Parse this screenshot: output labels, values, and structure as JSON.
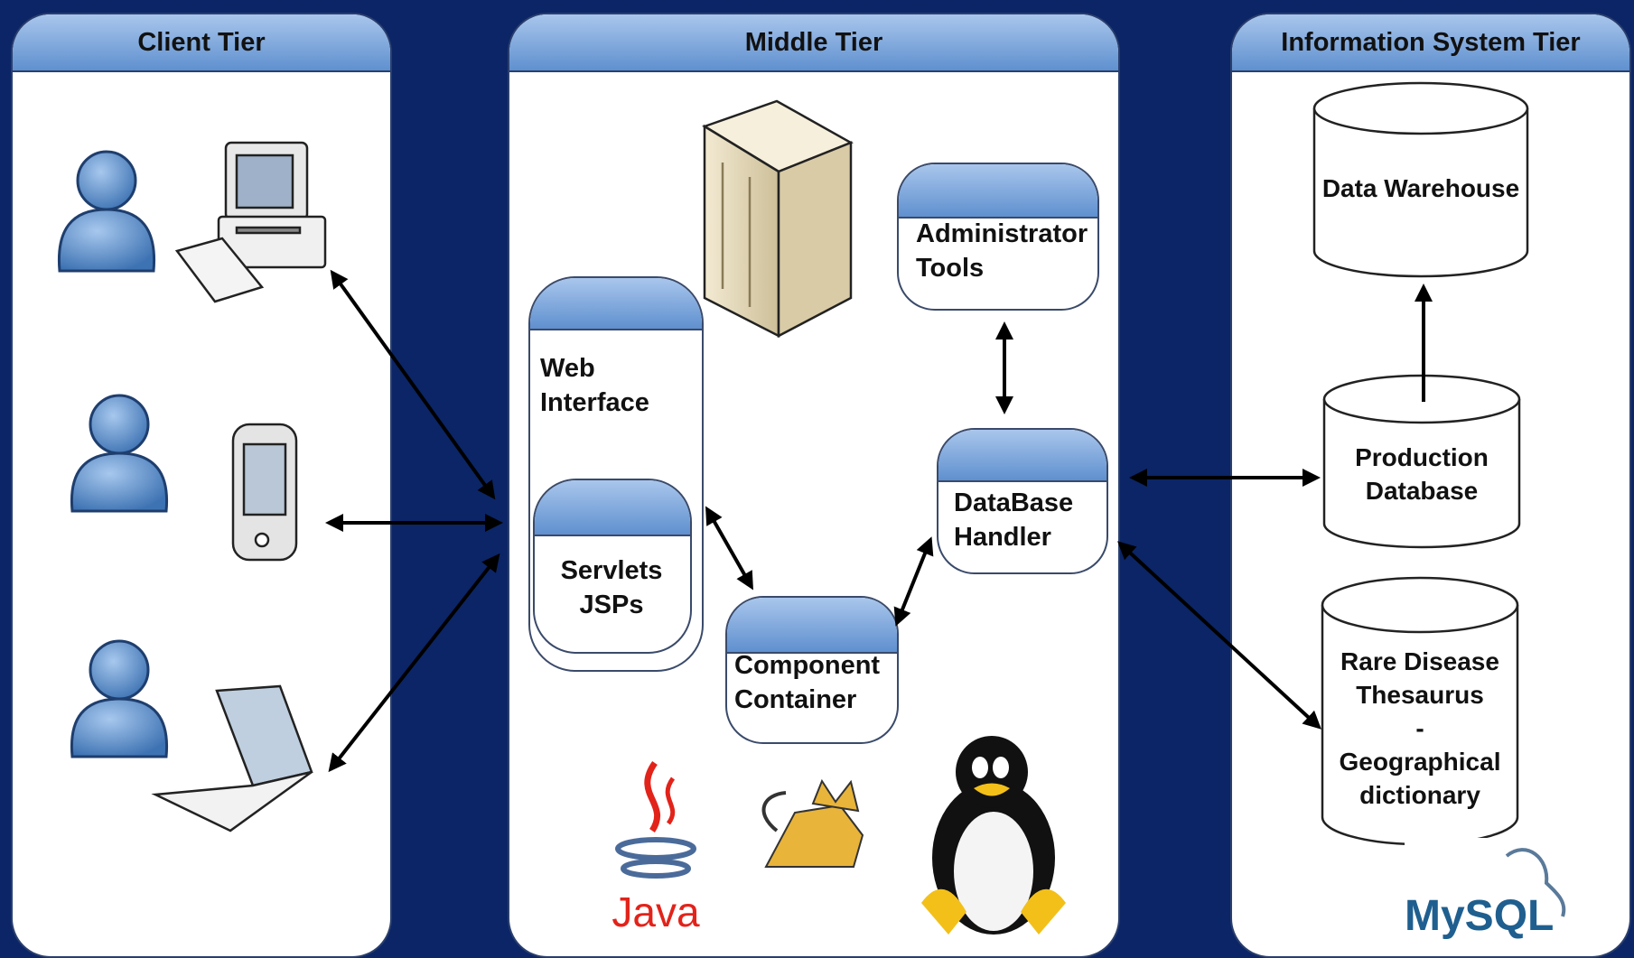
{
  "tiers": {
    "client": {
      "title": "Client Tier"
    },
    "middle": {
      "title": "Middle Tier"
    },
    "information": {
      "title": "Information System Tier"
    }
  },
  "components": {
    "web_interface": "Web\nInterface",
    "servlets": "Servlets\nJSPs",
    "component_container": "Component\nContainer",
    "database_handler": "DataBase\nHandler",
    "administrator_tools": "Administrator\nTools"
  },
  "databases": {
    "data_warehouse": "Data Warehouse",
    "production_database": "Production\nDatabase",
    "rare_disease": "Rare Disease\nThesaurus\n-\nGeographical\ndictionary"
  },
  "logos": {
    "java": "Java",
    "mysql": "MySQL"
  },
  "colors": {
    "background": "#0b2566",
    "header_blue": "#5f90cf",
    "user_blue": "#4f86c6"
  },
  "icons": [
    "user-icon",
    "desktop-computer-icon",
    "pda-icon",
    "laptop-icon",
    "server-icon",
    "java-logo",
    "tomcat-logo",
    "linux-penguin-logo",
    "mysql-logo"
  ]
}
